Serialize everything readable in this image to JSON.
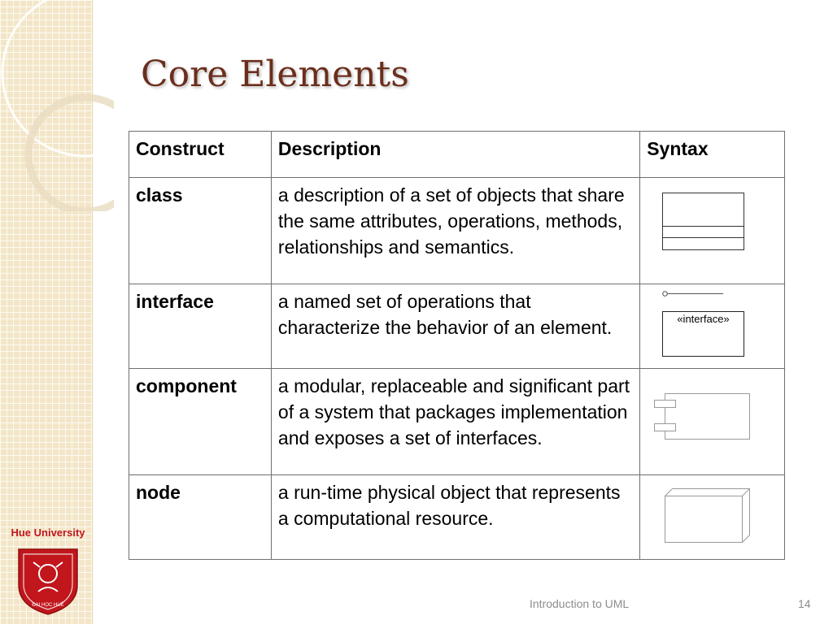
{
  "slide": {
    "title": "Core Elements",
    "footer_text": "Introduction to UML",
    "page_number": "14"
  },
  "logo": {
    "university_name": "Hue University",
    "seal_text": "ĐẠI HỌC HUẾ"
  },
  "table": {
    "headers": [
      "Construct",
      "Description",
      "Syntax"
    ],
    "rows": [
      {
        "construct": "class",
        "description": "a description of a set of objects that share the same attributes, operations, methods, relationships and semantics.",
        "syntax": "class-symbol"
      },
      {
        "construct": "interface",
        "description": "a named set of operations that characterize the behavior of an element.",
        "syntax": "interface-symbol",
        "syntax_label": "«interface»"
      },
      {
        "construct": "component",
        "description": "a modular, replaceable and significant part of a system that packages implementation and exposes a set of interfaces.",
        "syntax": "component-symbol"
      },
      {
        "construct": "node",
        "description": "a run-time physical object that represents a computational resource.",
        "syntax": "node-symbol"
      }
    ]
  },
  "colors": {
    "title": "#6b2e1d",
    "sidebar": "#f3e6c8",
    "logo_red": "#c0161c",
    "footer": "#8d8d8d"
  }
}
